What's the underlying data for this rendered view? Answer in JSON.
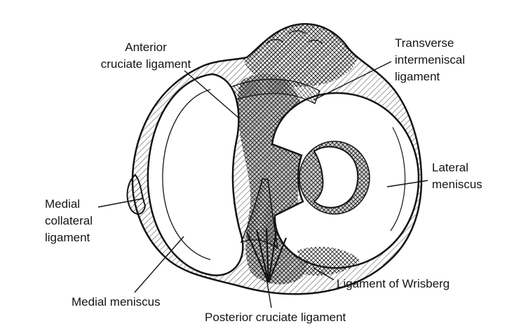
{
  "colors": {
    "ink": "#141414",
    "paper": "#ffffff",
    "shading_gray": "#9b9b9b"
  },
  "labels": [
    {
      "id": "anterior-cruciate-ligament",
      "text": "Anterior\ncruciate ligament"
    },
    {
      "id": "transverse-intermeniscal-ligament",
      "text": "Transverse\nintermeniscal\nligament"
    },
    {
      "id": "lateral-meniscus",
      "text": "Lateral\nmeniscus"
    },
    {
      "id": "medial-collateral-ligament",
      "text": "Medial\ncollateral\nligament"
    },
    {
      "id": "medial-meniscus",
      "text": "Medial meniscus"
    },
    {
      "id": "posterior-cruciate-ligament",
      "text": "Posterior cruciate ligament"
    },
    {
      "id": "ligament-of-wrisberg",
      "text": "Ligament of Wrisberg"
    }
  ]
}
